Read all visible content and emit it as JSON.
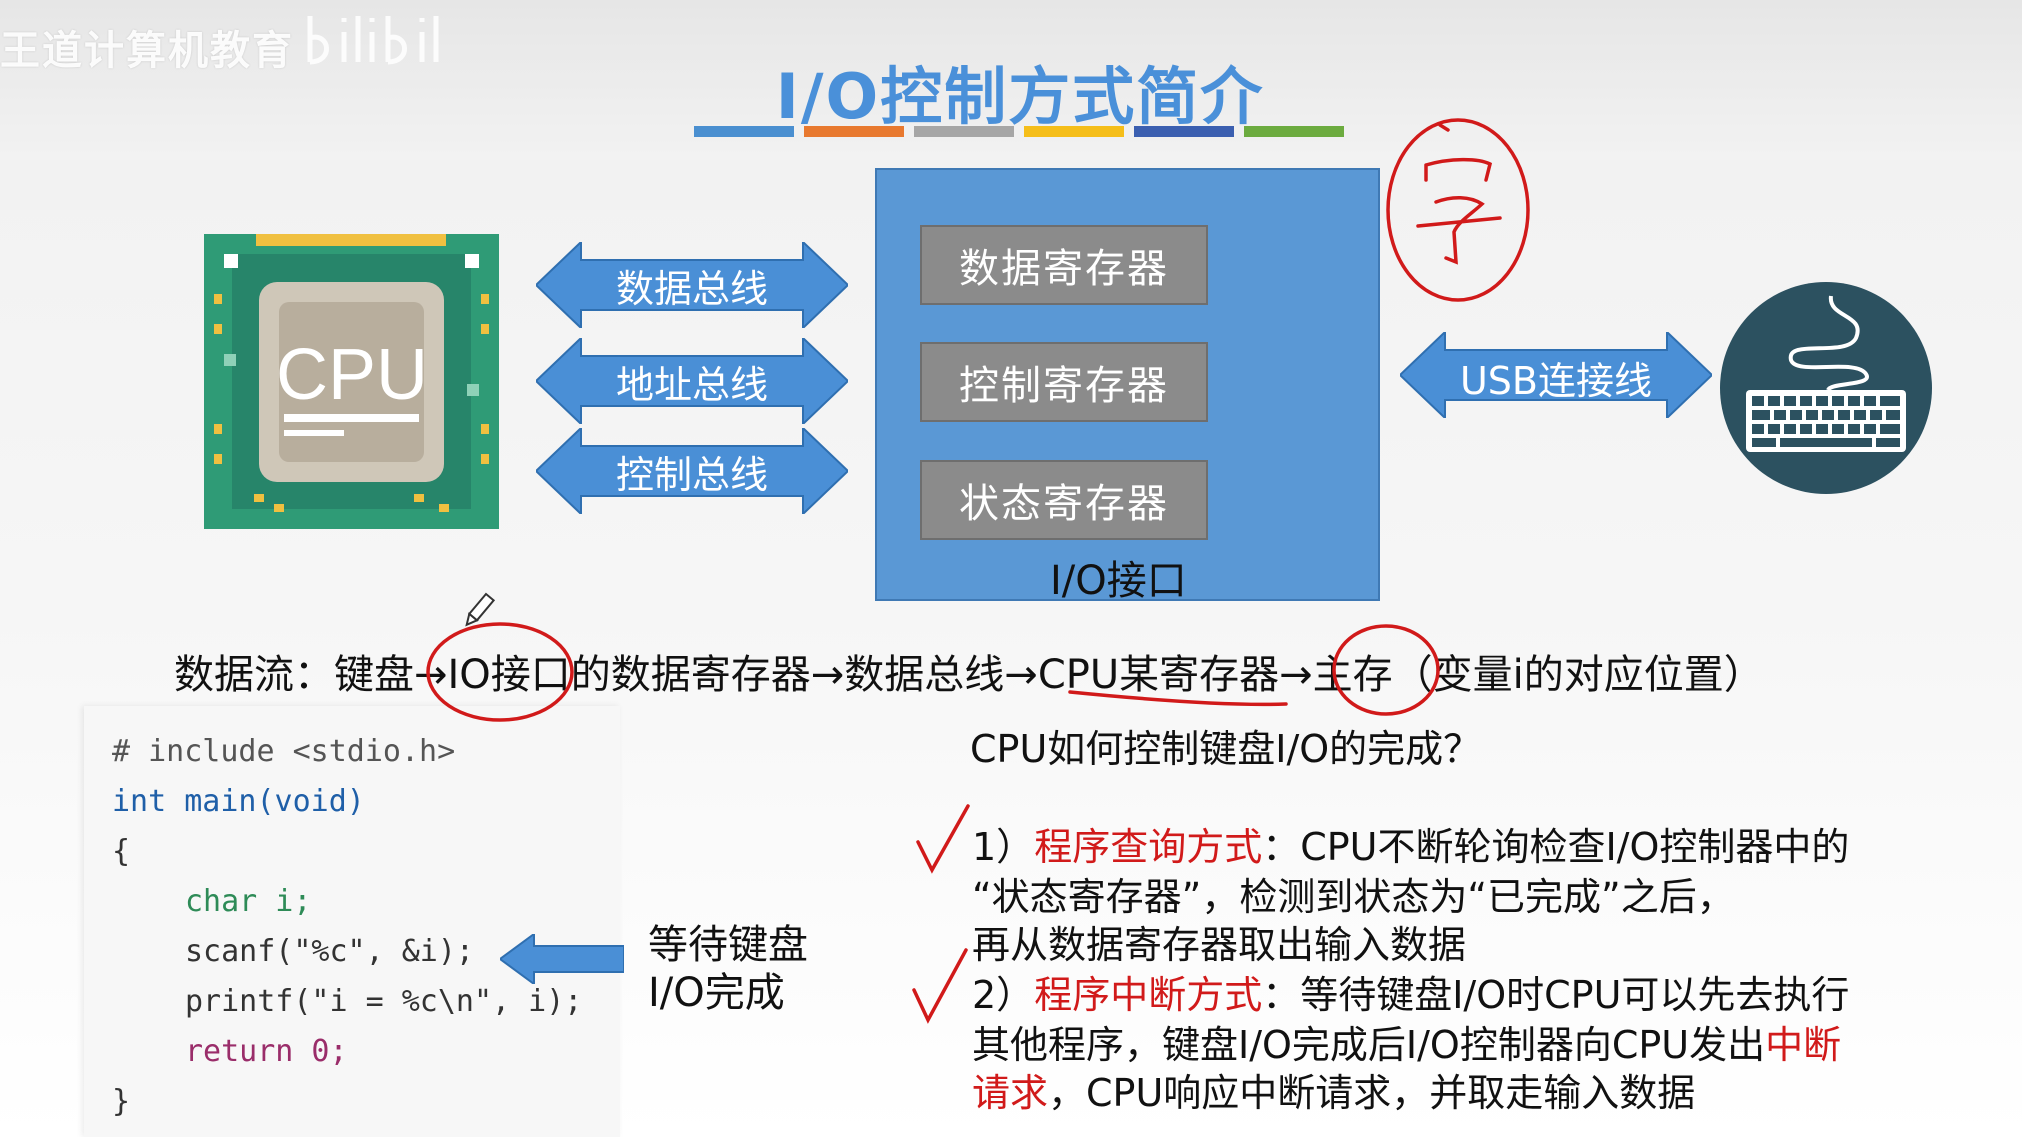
{
  "watermark": {
    "text": "王道计算机教育"
  },
  "slide": {
    "title": "I/O控制方式简介",
    "title_bar_colors": [
      "#4a8fd0",
      "#e8792f",
      "#a6a6a6",
      "#f5be1a",
      "#3b5fb0",
      "#6cab3f"
    ]
  },
  "cpu": {
    "label": "CPU"
  },
  "buses": [
    {
      "label": "数据总线"
    },
    {
      "label": "地址总线"
    },
    {
      "label": "控制总线"
    }
  ],
  "io_interface": {
    "label": "I/O接口",
    "registers": [
      {
        "label": "数据寄存器"
      },
      {
        "label": "控制寄存器"
      },
      {
        "label": "状态寄存器"
      }
    ]
  },
  "usb": {
    "label": "USB连接线"
  },
  "data_flow": {
    "text": "数据流：键盘→IO接口的数据寄存器→数据总线→CPU某寄存器→主存（变量i的对应位置）"
  },
  "code": {
    "lines": [
      "# include <stdio.h>",
      "int main(void)",
      "{",
      "char i;",
      "scanf(\"%c\", &i);",
      "printf(\"i = %c\\n\", i);",
      "return 0;",
      "}"
    ]
  },
  "wait_note": {
    "line1": "等待键盘",
    "line2": "I/O完成"
  },
  "question": "CPU如何控制键盘I/O的完成？",
  "answers": {
    "a1_num": "1）",
    "a1_title": "程序查询方式",
    "a1_text1": "：CPU不断轮询检查I/O控制器中的",
    "a1_text2": "“状态寄存器”，检测到状态为“已完成”之后，",
    "a1_text3": "再从数据寄存器取出输入数据",
    "a2_num": "2）",
    "a2_title": "程序中断方式",
    "a2_text1": "：等待键盘I/O时CPU可以先去执行",
    "a2_text2a": "其他程序，键盘I/O完成后I/O控制器向CPU发出",
    "a2_text2b": "中断",
    "a2_text3a": "请求",
    "a2_text3b": "，CPU响应中断请求，并取走输入数据"
  },
  "handwriting": {
    "mark": "字"
  },
  "colors": {
    "accent": "#4a90d9",
    "io_box": "#5a98d5",
    "register": "#8b8b8b",
    "ink": "#d11a1a"
  }
}
